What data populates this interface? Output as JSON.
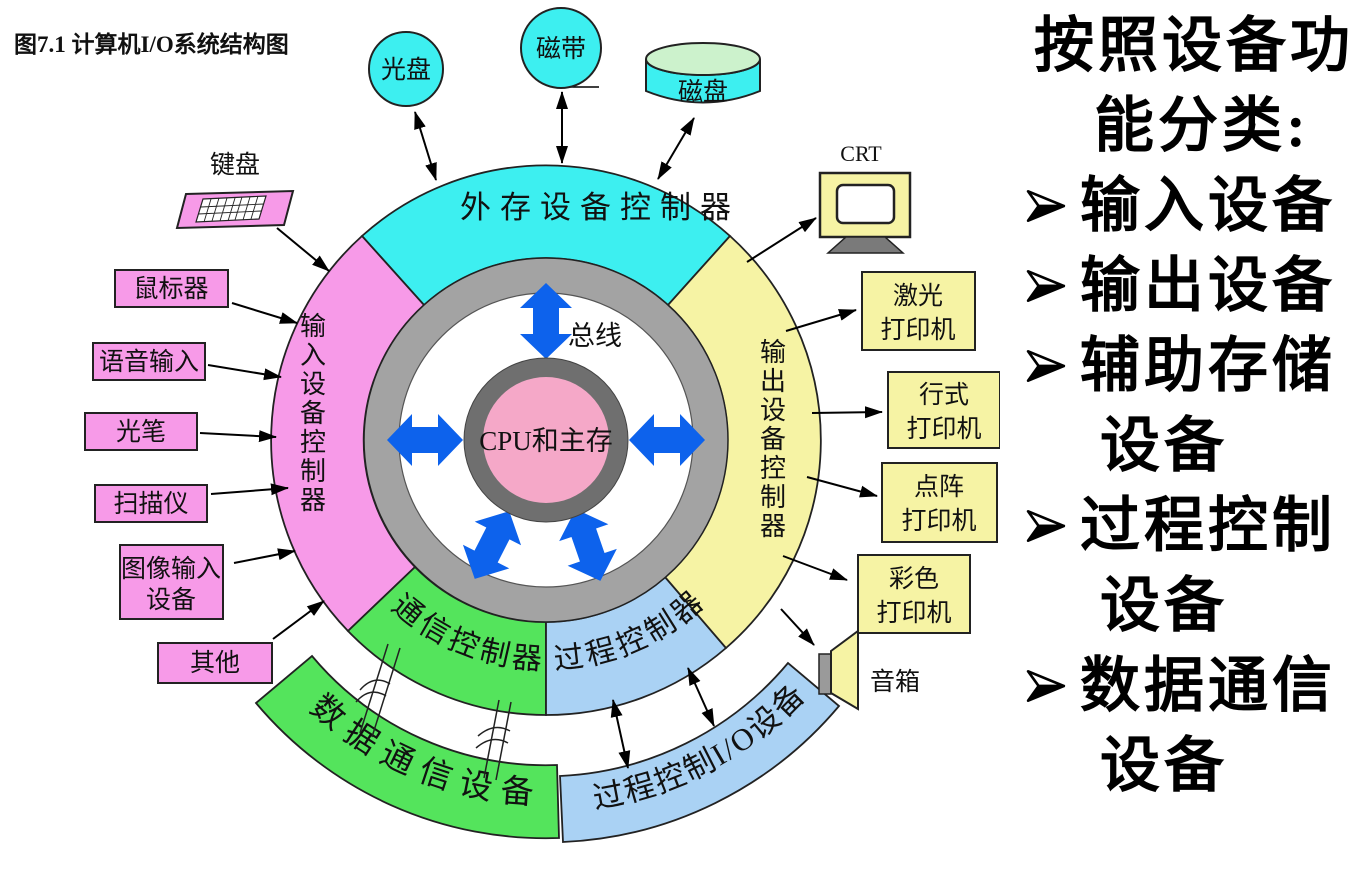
{
  "title": "图7.1 计算机I/O系统结构图",
  "colors": {
    "title": "#ee00ee",
    "cyan": "#3deff0",
    "pink": "#f79ae8",
    "yellow": "#f6f3a4",
    "green": "#54e45c",
    "blue_light": "#aad2f4",
    "gray_outer_ring": "#a3a3a3",
    "gray_inner_ring": "#6f6f6f",
    "cpu_pink": "#f5a8c8",
    "arrow_blue": "#0d62ec",
    "disk_top": "#ccf2cc",
    "stand_gray": "#7a7a7a",
    "speaker_gray": "#9a9a9a"
  },
  "ring": {
    "cpu": "CPU和主存",
    "bus": "总线",
    "external_ctrl": "外存设备控制器",
    "input_ctrl": "输入设备控制器",
    "output_ctrl": "输出设备控制器",
    "comm_ctrl": "通信控制器",
    "process_ctrl": "过程控制器"
  },
  "arcs": {
    "data_comm": "数据通信设备",
    "process_io": "过程控制I/O设备"
  },
  "devices": {
    "optical_disc": "光盘",
    "tape": "磁带",
    "disk": "磁盘",
    "keyboard": "键盘",
    "mouse": "鼠标器",
    "voice": "语音输入",
    "light_pen": "光笔",
    "scanner": "扫描仪",
    "image_input_l1": "图像输入",
    "image_input_l2": "设备",
    "other": "其他",
    "crt": "CRT",
    "laser_l1": "激光",
    "laser_l2": "打印机",
    "line_l1": "行式",
    "line_l2": "打印机",
    "dot_l1": "点阵",
    "dot_l2": "打印机",
    "color_l1": "彩色",
    "color_l2": "打印机",
    "speaker": "音箱"
  },
  "panel": {
    "heading_l1": "按照设备功",
    "heading_l2": "能分类:",
    "items": [
      {
        "l1": "输入设备",
        "l2": ""
      },
      {
        "l1": "输出设备",
        "l2": ""
      },
      {
        "l1": "辅助存储",
        "l2": "设备"
      },
      {
        "l1": "过程控制",
        "l2": "设备"
      },
      {
        "l1": "数据通信",
        "l2": "设备"
      }
    ]
  }
}
